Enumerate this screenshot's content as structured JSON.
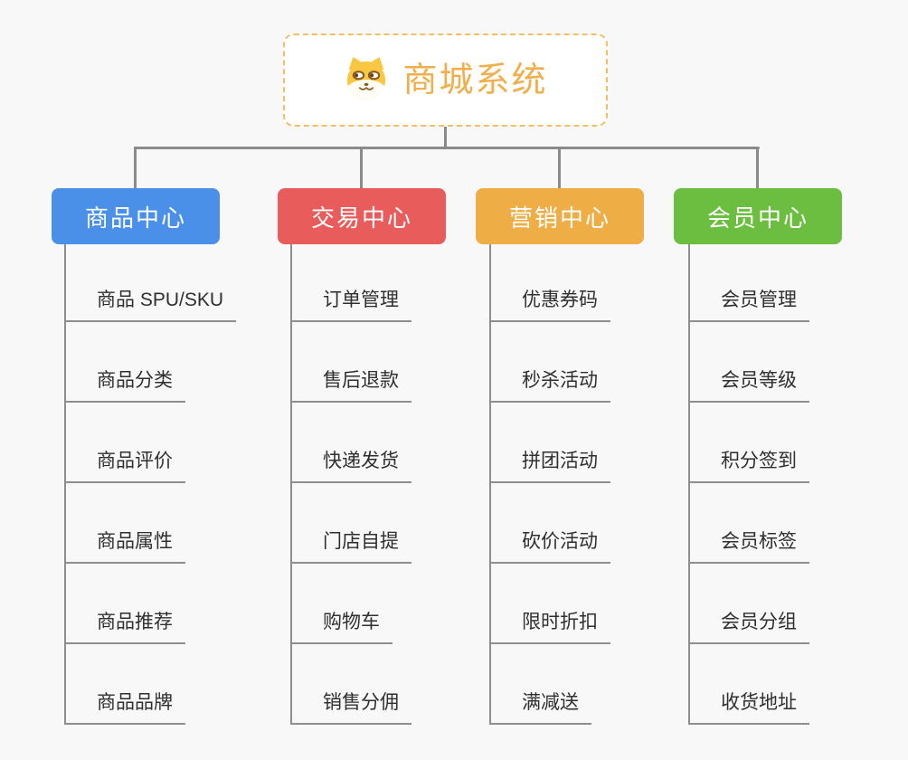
{
  "root": {
    "title": "商城系统",
    "icon": "shiba-dog-icon",
    "accent_color": "#F0AF4C",
    "border_color": "#F6BD62"
  },
  "connector_color": "#8A8A8A",
  "branches": [
    {
      "label": "商品中心",
      "color": "#4B90E8",
      "items": [
        "商品 SPU/SKU",
        "商品分类",
        "商品评价",
        "商品属性",
        "商品推荐",
        "商品品牌"
      ]
    },
    {
      "label": "交易中心",
      "color": "#E85C5C",
      "items": [
        "订单管理",
        "售后退款",
        "快递发货",
        "门店自提",
        "购物车",
        "销售分佣"
      ]
    },
    {
      "label": "营销中心",
      "color": "#EFAE45",
      "items": [
        "优惠券码",
        "秒杀活动",
        "拼团活动",
        "砍价活动",
        "限时折扣",
        "满减送"
      ]
    },
    {
      "label": "会员中心",
      "color": "#6CBE40",
      "items": [
        "会员管理",
        "会员等级",
        "积分签到",
        "会员标签",
        "会员分组",
        "收货地址"
      ]
    }
  ]
}
